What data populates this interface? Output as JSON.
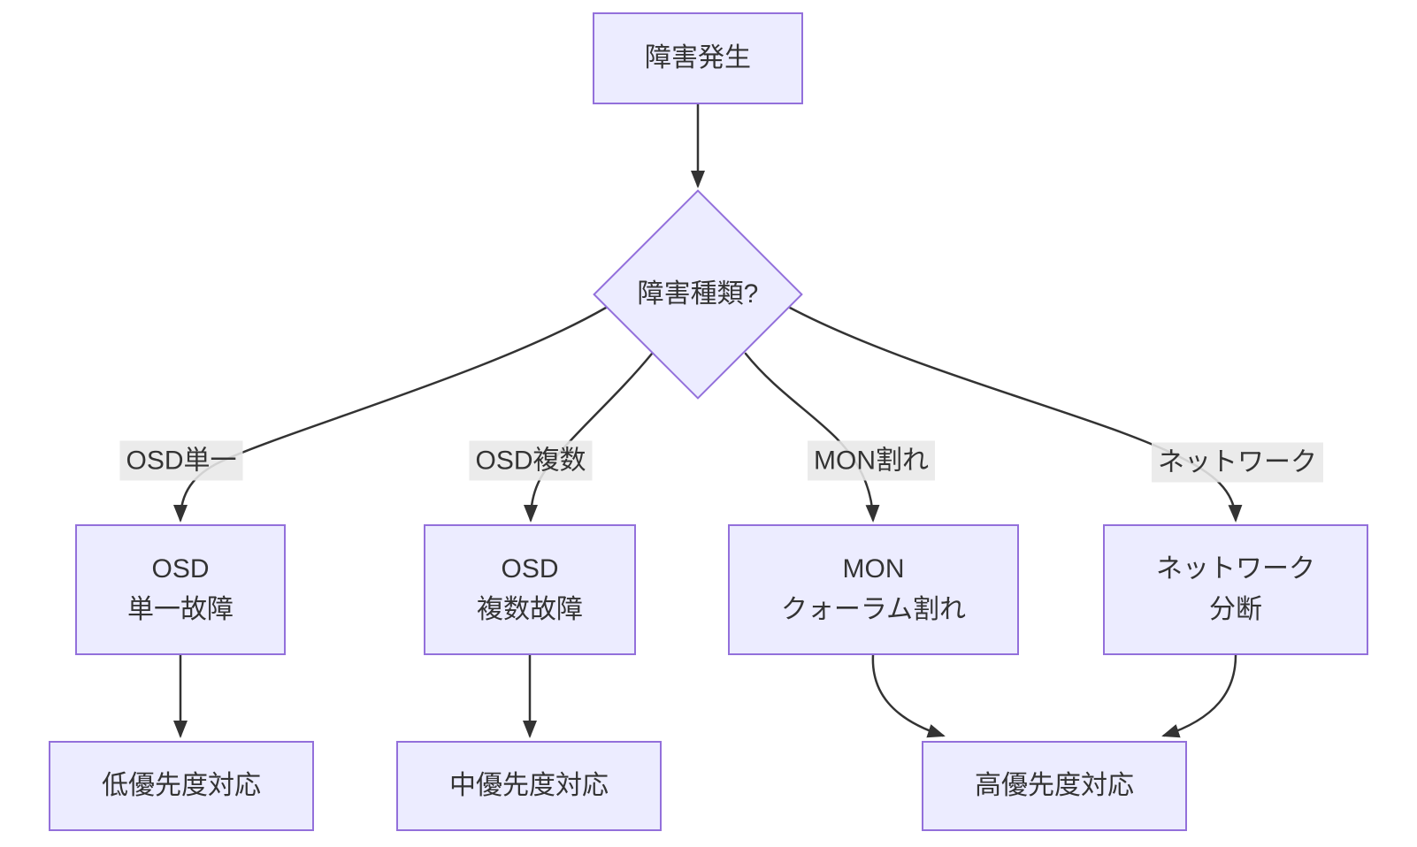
{
  "diagram": {
    "type": "flowchart",
    "direction": "top-down",
    "nodes": [
      {
        "id": "start",
        "shape": "rect",
        "lines": [
          "障害発生"
        ]
      },
      {
        "id": "decision",
        "shape": "diamond",
        "lines": [
          "障害種類?"
        ]
      },
      {
        "id": "osd_single",
        "shape": "rect",
        "lines": [
          "OSD",
          "単一故障"
        ]
      },
      {
        "id": "osd_multi",
        "shape": "rect",
        "lines": [
          "OSD",
          "複数故障"
        ]
      },
      {
        "id": "mon_quorum",
        "shape": "rect",
        "lines": [
          "MON",
          "クォーラム割れ"
        ]
      },
      {
        "id": "net_split",
        "shape": "rect",
        "lines": [
          "ネットワーク",
          "分断"
        ]
      },
      {
        "id": "low_priority",
        "shape": "rect",
        "lines": [
          "低優先度対応"
        ]
      },
      {
        "id": "mid_priority",
        "shape": "rect",
        "lines": [
          "中優先度対応"
        ]
      },
      {
        "id": "high_priority",
        "shape": "rect",
        "lines": [
          "高優先度対応"
        ]
      }
    ],
    "edges": [
      {
        "from": "障害発生",
        "to": "障害種類?",
        "label": ""
      },
      {
        "from": "障害種類?",
        "to": "OSD 単一故障",
        "label": "OSD単一"
      },
      {
        "from": "障害種類?",
        "to": "OSD 複数故障",
        "label": "OSD複数"
      },
      {
        "from": "障害種類?",
        "to": "MON クォーラム割れ",
        "label": "MON割れ"
      },
      {
        "from": "障害種類?",
        "to": "ネットワーク 分断",
        "label": "ネットワーク"
      },
      {
        "from": "OSD 単一故障",
        "to": "低優先度対応",
        "label": ""
      },
      {
        "from": "OSD 複数故障",
        "to": "中優先度対応",
        "label": ""
      },
      {
        "from": "MON クォーラム割れ",
        "to": "高優先度対応",
        "label": ""
      },
      {
        "from": "ネットワーク 分断",
        "to": "高優先度対応",
        "label": ""
      }
    ],
    "colors": {
      "node_fill": "#ECECFF",
      "node_border": "#9370DB",
      "edge_line": "#333333",
      "edge_label_bg": "#e8e8e8",
      "text": "#333333",
      "background": "#ffffff"
    }
  }
}
